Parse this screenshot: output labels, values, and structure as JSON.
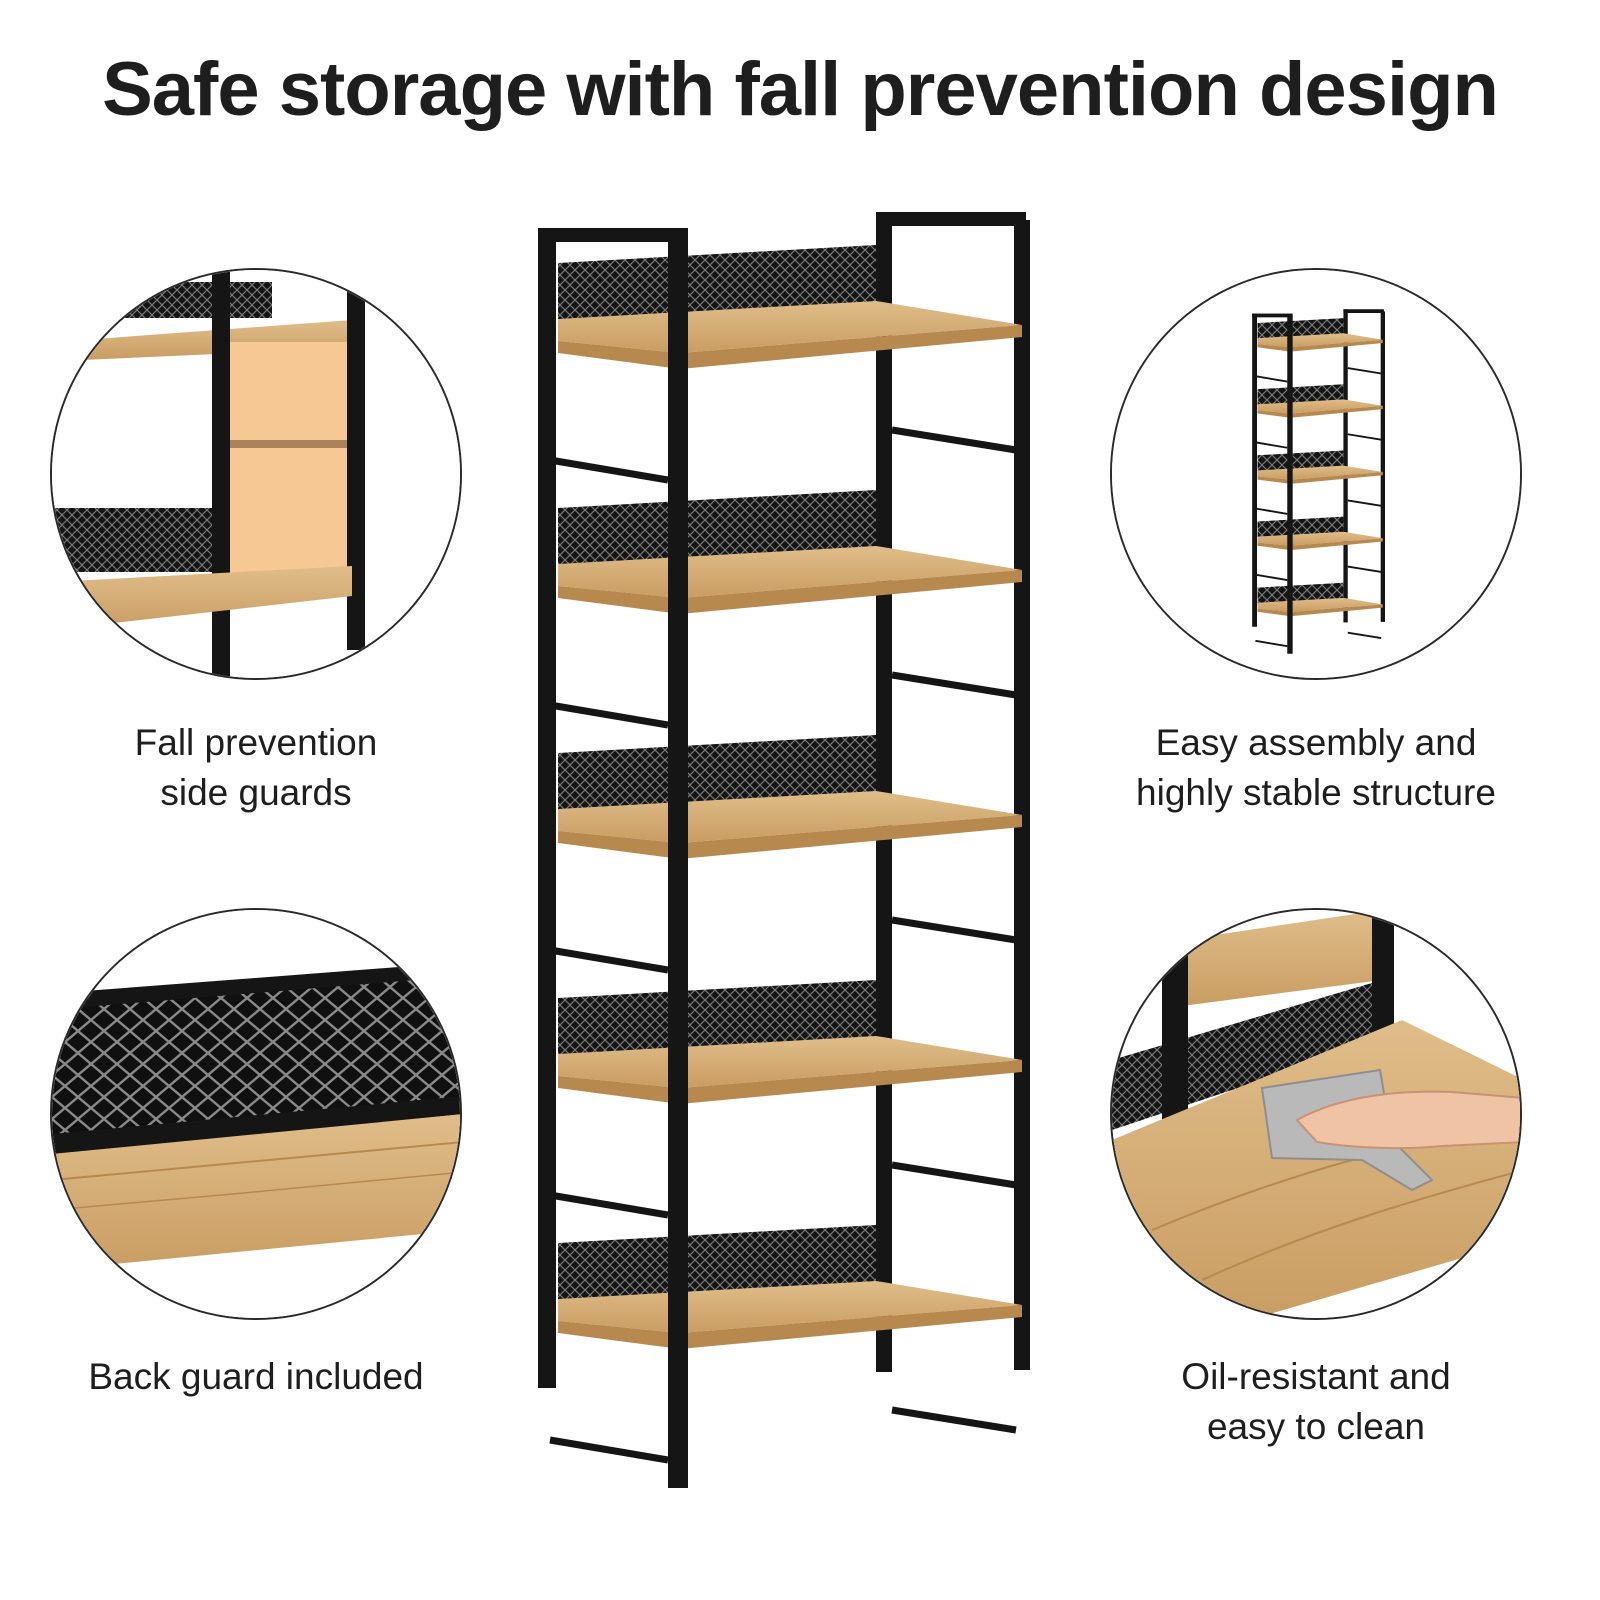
{
  "title": "Safe storage with fall prevention design",
  "features": [
    {
      "lines": [
        "Fall prevention",
        "side guards"
      ]
    },
    {
      "lines": [
        "Easy assembly and",
        "highly stable structure"
      ]
    },
    {
      "lines": [
        "Back guard included"
      ]
    },
    {
      "lines": [
        "Oil-resistant and",
        "easy to clean"
      ]
    }
  ],
  "colors": {
    "frame": "#151515",
    "wood": "#d8b27c",
    "wood_dark": "#b8894f",
    "highlight": "#f6c894",
    "text": "#1e1e1e"
  },
  "shelf_tiers": 5
}
